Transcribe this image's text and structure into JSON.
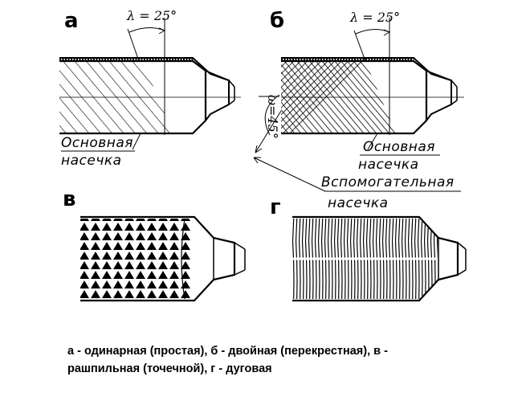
{
  "panels": {
    "a": {
      "letter": "а",
      "angle_label": "λ = 25°",
      "label_line1": "Основная",
      "label_line2": "насечка"
    },
    "b": {
      "letter": "б",
      "angle_label": "λ = 25°",
      "omega_label": "ω=45°",
      "label_line1": "Основная",
      "label_line2": "насечка"
    },
    "v": {
      "letter": "в"
    },
    "g": {
      "letter": "г"
    }
  },
  "auxiliary": {
    "line1": "Вспомогательная",
    "line2": "насечка"
  },
  "caption": {
    "line1": "а - одинарная (простая), б - двойная (перекрестная), в -",
    "line2": "рашпильная (точечной), г - дуговая"
  }
}
